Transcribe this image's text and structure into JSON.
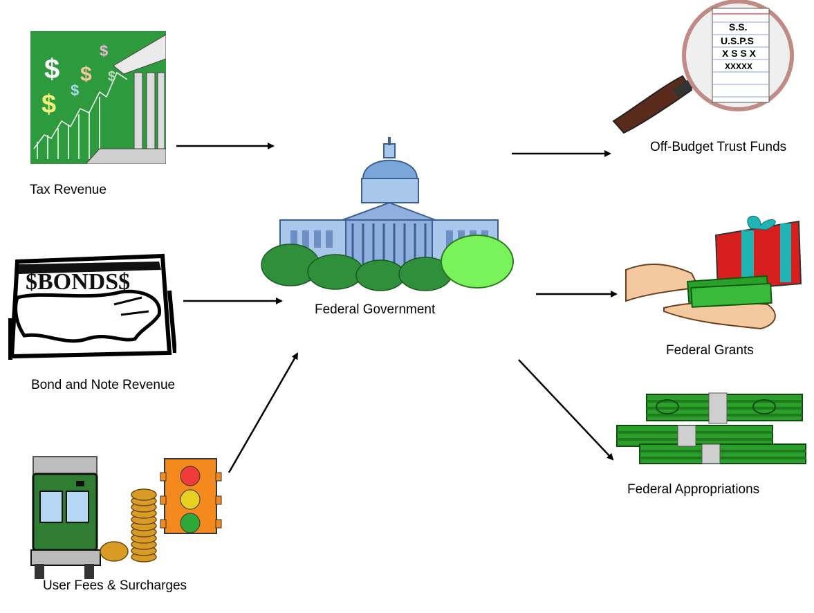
{
  "labels": {
    "tax_revenue": "Tax Revenue",
    "bond_note_revenue": "Bond and Note Revenue",
    "user_fees": "User Fees & Surcharges",
    "federal_government": "Federal Government",
    "off_budget": "Off-Budget Trust Funds",
    "federal_grants": "Federal Grants",
    "federal_appropriations": "Federal Appropriations"
  },
  "bonds_banner": "$BONDS$",
  "document_lines": [
    "S.S.",
    "U.S.P.S",
    "X S S X",
    "XXXXX"
  ],
  "colors": {
    "tax_green": "#2e9a3e",
    "capitol_blue": "#7ba6d9",
    "tree_green": "#2f8f3a",
    "money_green": "#2aa02a",
    "gift_red": "#d81f1f",
    "ribbon_teal": "#1fb3b3",
    "truck_green": "#2e7d32",
    "coin_gold": "#d99a26"
  }
}
